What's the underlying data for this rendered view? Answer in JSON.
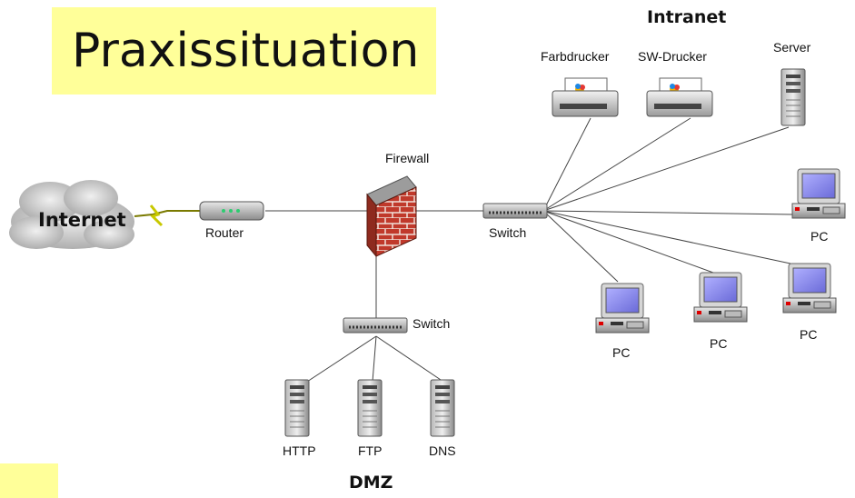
{
  "title": "Praxissituation",
  "zones": {
    "intranet": "Intranet",
    "dmz": "DMZ",
    "internet": "Internet"
  },
  "devices": {
    "router": "Router",
    "firewall": "Firewall",
    "switch_main": "Switch",
    "switch_dmz": "Switch",
    "color_printer": "Farbdrucker",
    "bw_printer": "SW-Drucker",
    "server": "Server",
    "pc_right": "PC",
    "pc_1": "PC",
    "pc_2": "PC",
    "pc_3": "PC",
    "http": "HTTP",
    "ftp": "FTP",
    "dns": "DNS"
  },
  "colors": {
    "highlight": "#ffff99",
    "firewall_brick": "#c0392b",
    "screen": "#8f8fe8"
  }
}
